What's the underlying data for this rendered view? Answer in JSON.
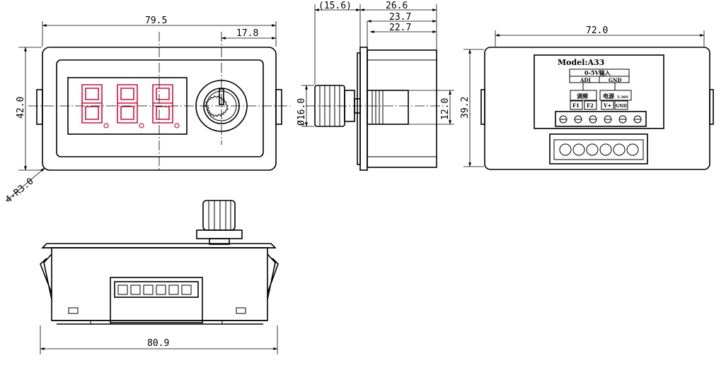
{
  "dimensions": {
    "front_width": "79.5",
    "knob_offset": "17.8",
    "front_height": "42.0",
    "corner_radius": "4-R3.0",
    "side_knob": "(15.6)",
    "side_total": "26.6",
    "side_body1": "23.7",
    "side_body2": "22.7",
    "knob_dia": "Ø16.0",
    "shaft_dia": "12.0",
    "back_width": "72.0",
    "back_height": "39.2",
    "bottom_width": "80.9"
  },
  "label": {
    "model": "Model:A33",
    "input": "0-5V输入",
    "adj": "ADJ",
    "gnd": "GND",
    "left_box": "调频",
    "right_box": "电源",
    "right_sub": "5-30V",
    "pins": [
      "F1",
      "F2",
      "V+",
      "GND"
    ]
  },
  "colors": {
    "line": "#000000",
    "segment": "#d0103a"
  }
}
